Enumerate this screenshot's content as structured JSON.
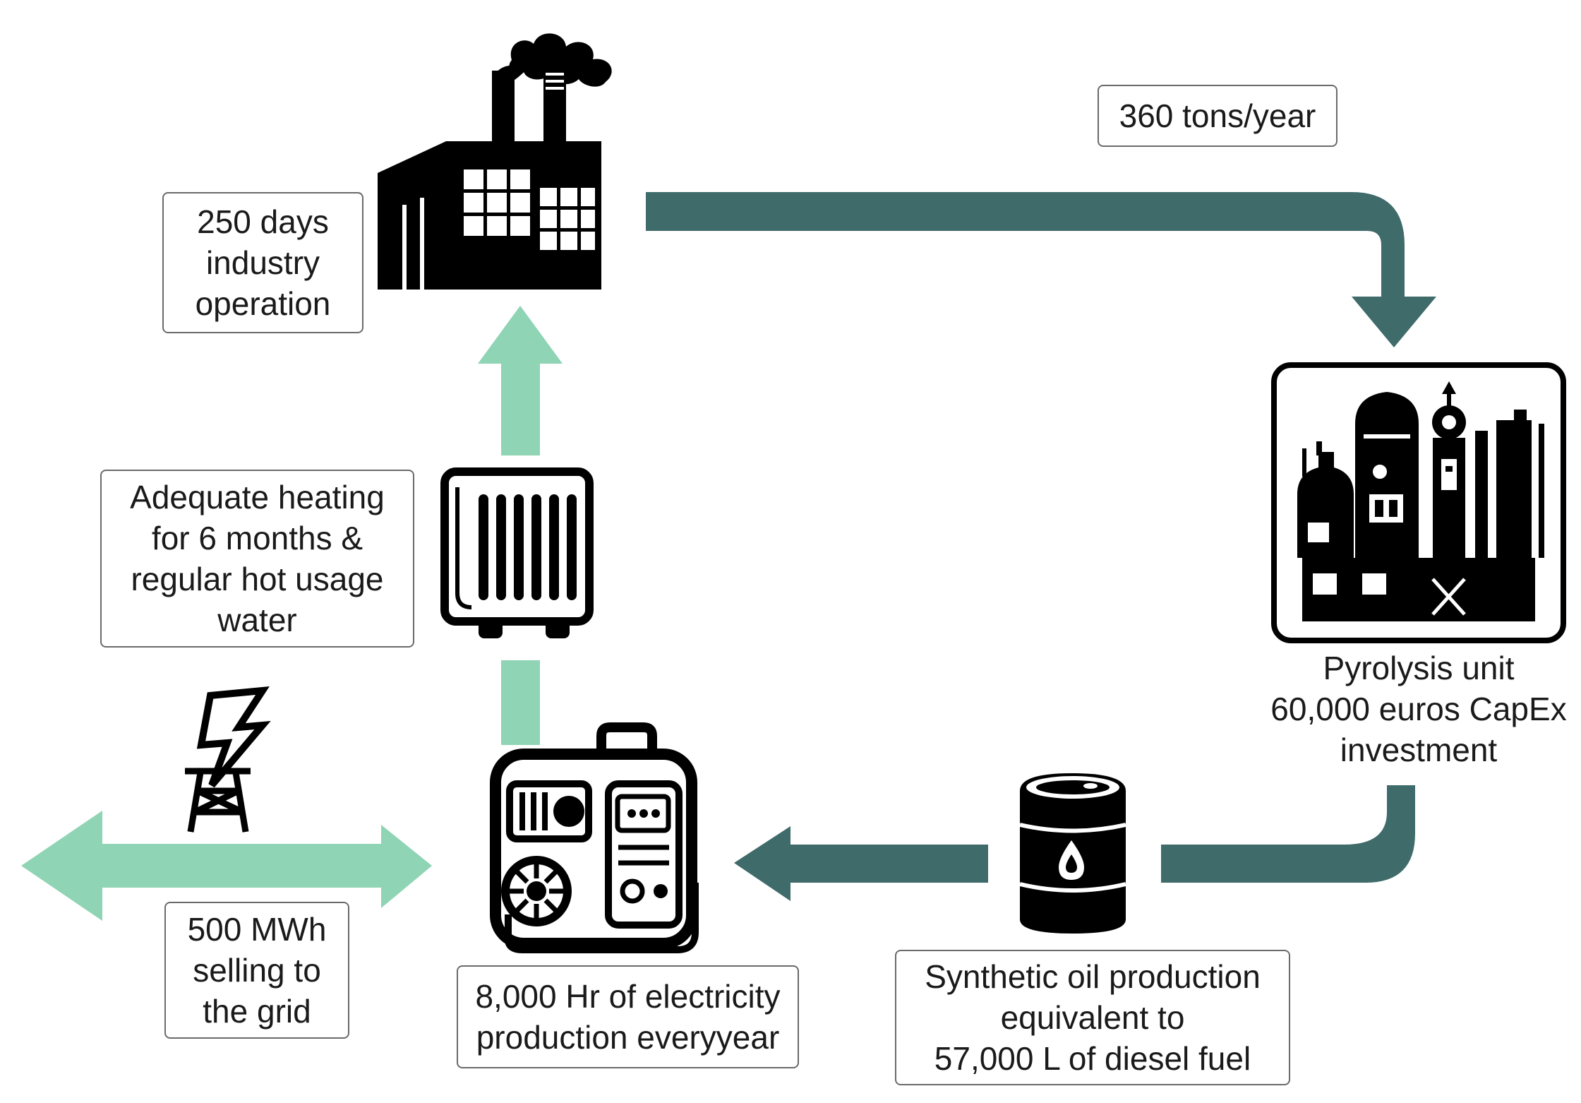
{
  "colors": {
    "dark_flow": "#3f6b6a",
    "light_flow": "#8fd4b4",
    "icon": "#000000",
    "box_border": "#6a6a6a"
  },
  "icons": [
    "factory-icon",
    "radiator-icon",
    "generator-icon",
    "power-tower-icon",
    "pyrolysis-plant-icon",
    "oil-barrel-icon"
  ],
  "labels": {
    "tons": [
      "360 tons/year"
    ],
    "days": [
      "250 days",
      "industry",
      "operation"
    ],
    "heating": [
      "Adequate heating",
      "for 6 months &",
      "regular hot usage",
      "water"
    ],
    "pyrolysis": [
      "Pyrolysis unit",
      "60,000 euros CapEx",
      "investment"
    ],
    "grid": [
      "500 MWh",
      "selling to",
      "the grid"
    ],
    "electricity": [
      "8,000 Hr of electricity",
      "production everyyear"
    ],
    "oil": [
      "Synthetic oil production",
      "equivalent to",
      "57,000 L of diesel fuel"
    ]
  }
}
